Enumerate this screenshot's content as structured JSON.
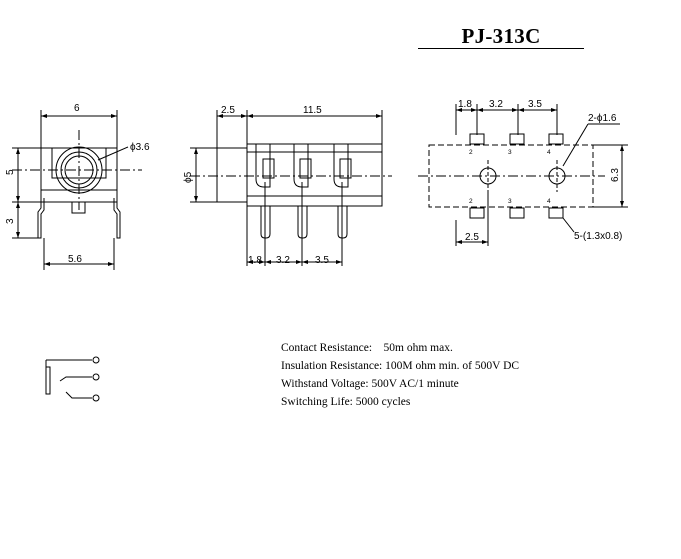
{
  "title": "PJ-313C",
  "front_view": {
    "width_top": "6",
    "diameter": "ϕ3.6",
    "height_upper": "5",
    "height_lower": "3",
    "width_bottom": "5.6"
  },
  "side_view": {
    "left_dim": "2.5",
    "length": "11.5",
    "diameter": "ϕ5",
    "pitch_1": "1.8",
    "pitch_2": "3.2",
    "pitch_3": "3.5"
  },
  "footprint": {
    "pitch_1": "1.8",
    "pitch_2": "3.2",
    "pitch_3": "3.5",
    "holes": "2-ϕ1.6",
    "height": "6.3",
    "offset": "2.5",
    "pads": "5-(1.3x0.8)",
    "pin_labels": [
      "2",
      "3",
      "4",
      "2",
      "3",
      "4"
    ]
  },
  "specs": {
    "contact": "Contact Resistance:    50m ohm max.",
    "insulation": "Insulation Resistance: 100M ohm min. of 500V DC",
    "withstand": "Withstand Voltage: 500V AC/1 minute",
    "life": "Switching Life: 5000 cycles"
  }
}
